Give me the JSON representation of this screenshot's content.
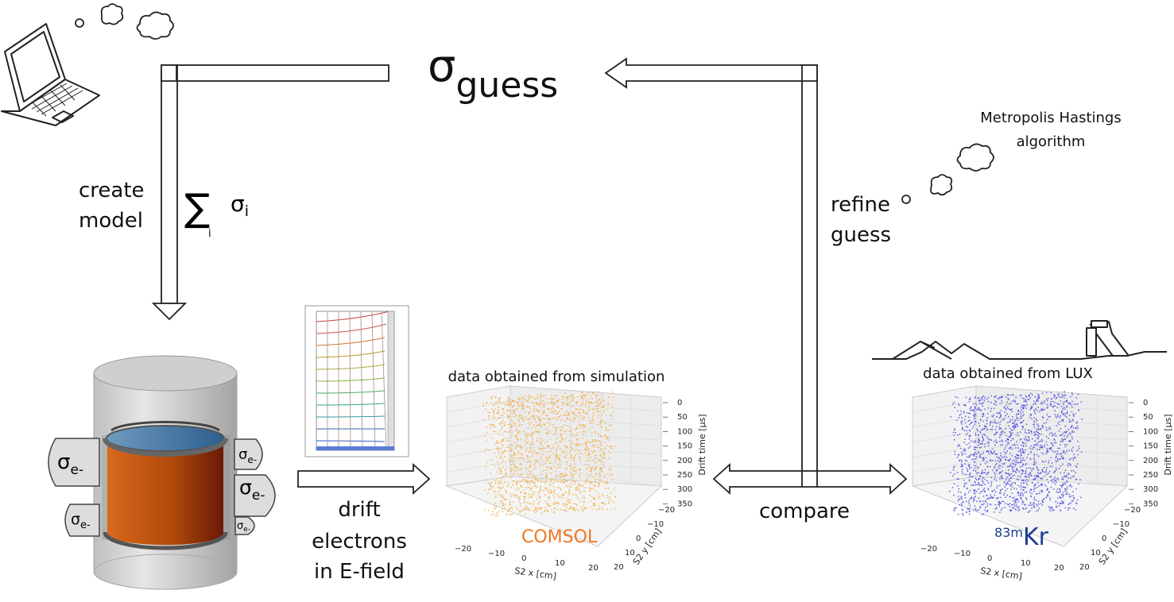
{
  "sigma_guess": {
    "symbol": "σ",
    "subscript": "guess"
  },
  "create_model": {
    "line1": "create",
    "line2": "model"
  },
  "sum_formula": {
    "sum": "∑",
    "index": "i",
    "symbol": "σ",
    "subscript": "i"
  },
  "refine_guess": {
    "line1": "refine",
    "line2": "guess"
  },
  "algorithm": {
    "line1": "Metropolis Hastings",
    "line2": "algorithm"
  },
  "drift": {
    "line1": "drift",
    "line2": "electrons",
    "line3": "in E-field"
  },
  "compare": "compare",
  "sim_title": "data obtained from simulation",
  "lux_title": "data obtained from LUX",
  "comsol": "COMSOL",
  "kr": {
    "sup": "83m",
    "base": "Kr"
  },
  "electron_label": {
    "symbol": "σ",
    "sub": "e-"
  },
  "plot_axes": {
    "x_label": "S2 x [cm]",
    "y_label": "S2 y [cm]",
    "z_label": "Drift time [μs]",
    "x_ticks": [
      "−20",
      "−10",
      "0",
      "10",
      "20"
    ],
    "y_ticks": [
      "−20",
      "−10",
      "0",
      "10",
      "20"
    ],
    "z_ticks": [
      "0",
      "50",
      "100",
      "150",
      "200",
      "250",
      "300",
      "350"
    ]
  },
  "colors": {
    "simulation_points": "#f2a93b",
    "lux_points": "#3a3ae0",
    "comsol": "#ee7722",
    "kr": "#1a3d8f",
    "detector_copper": "#c4560d",
    "detector_top": "#3f78a8"
  },
  "icons": [
    "laptop-icon",
    "thought-cloud-icon",
    "detector-icon",
    "mountain-lab-icon",
    "field-map-icon"
  ]
}
